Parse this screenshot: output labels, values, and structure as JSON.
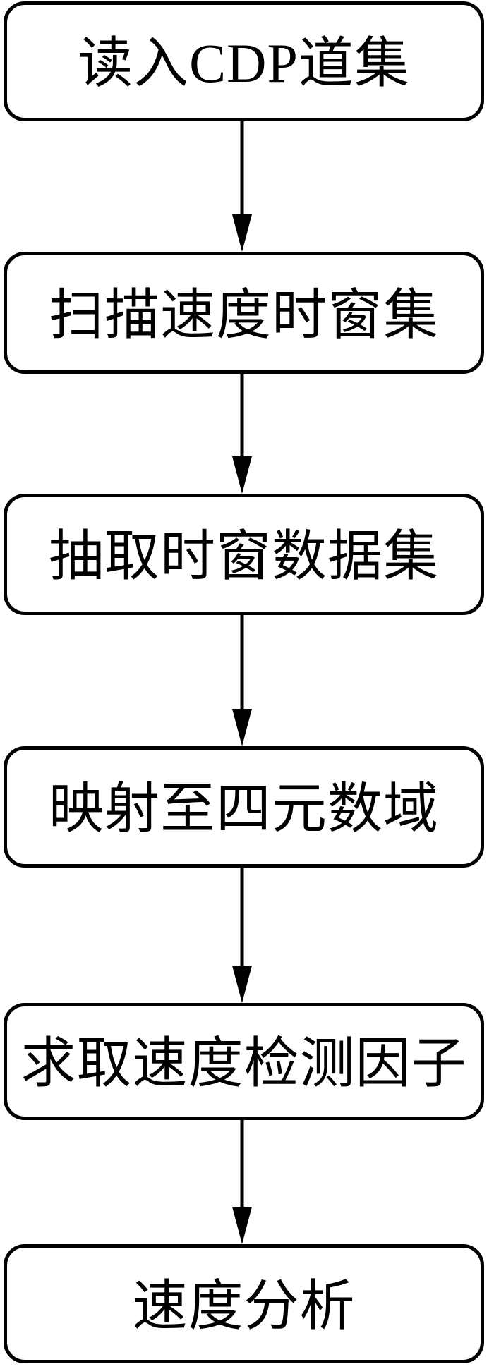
{
  "flowchart": {
    "steps": [
      {
        "label": "读入CDP道集"
      },
      {
        "label": "扫描速度时窗集"
      },
      {
        "label": "抽取时窗数据集"
      },
      {
        "label": "映射至四元数域"
      },
      {
        "label": "求取速度检测因子"
      },
      {
        "label": "速度分析"
      }
    ],
    "colors": {
      "box_border": "#000000",
      "box_fill": "#ffffff",
      "text": "#000000",
      "arrow": "#000000",
      "background": "#ffffff"
    }
  }
}
